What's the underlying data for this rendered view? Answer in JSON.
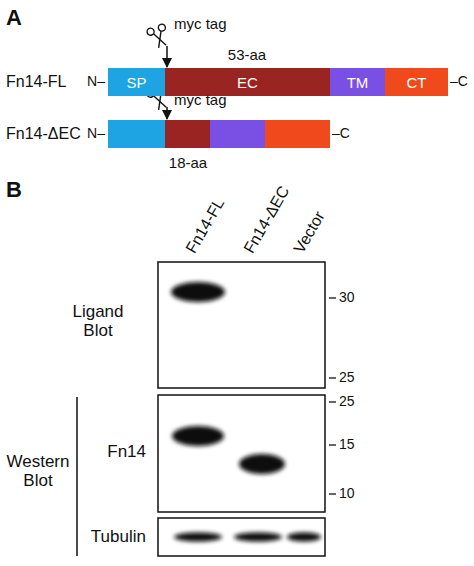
{
  "diagram": {
    "nodes": [
      {
        "text": [
          "SP"
        ]
      },
      {
        "text": [
          "EC"
        ]
      },
      {
        "text": [
          "TM"
        ]
      },
      {
        "text": [
          "CT"
        ]
      }
    ],
    "labels": [
      "A",
      "myc tag",
      "53-aa",
      "Fn14-FL",
      "N–",
      "–C",
      "myc tag",
      "Fn14-ΔEC",
      "N–",
      "–C",
      "18-aa",
      "B",
      "Fn14-FL",
      "Fn14-ΔEC",
      "Vector",
      "Ligand Blot",
      "30",
      "25",
      "Western Blot",
      "Fn14",
      "25",
      "15",
      "10",
      "Tubulin"
    ]
  }
}
